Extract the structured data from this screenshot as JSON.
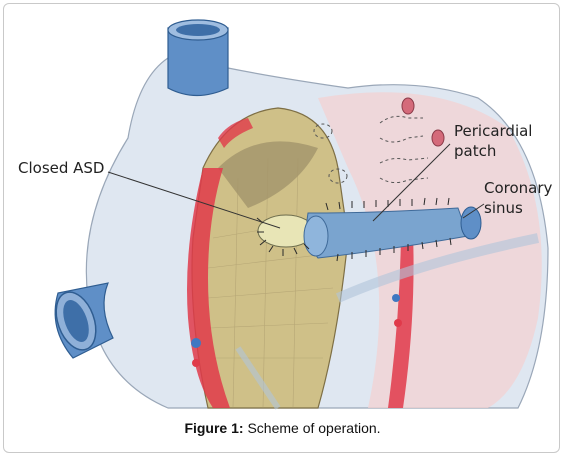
{
  "figure": {
    "labels": {
      "closed_asd": "Closed ASD",
      "pericardial_line1": "Pericardial",
      "pericardial_line2": "patch",
      "coronary_line1": "Coronary",
      "coronary_line2": "sinus"
    },
    "caption": {
      "prefix": "Figure 1:",
      "text": " Scheme of operation."
    }
  },
  "colors": {
    "heart_wall": "#d9e3ef",
    "vessel_blue": "#5f8fc7",
    "tissue_yellow": "#cdbf83",
    "muscle_red": "#e03a4a",
    "patch_blue": "#7aa4cf",
    "pink_shading": "#f0c9c9"
  }
}
